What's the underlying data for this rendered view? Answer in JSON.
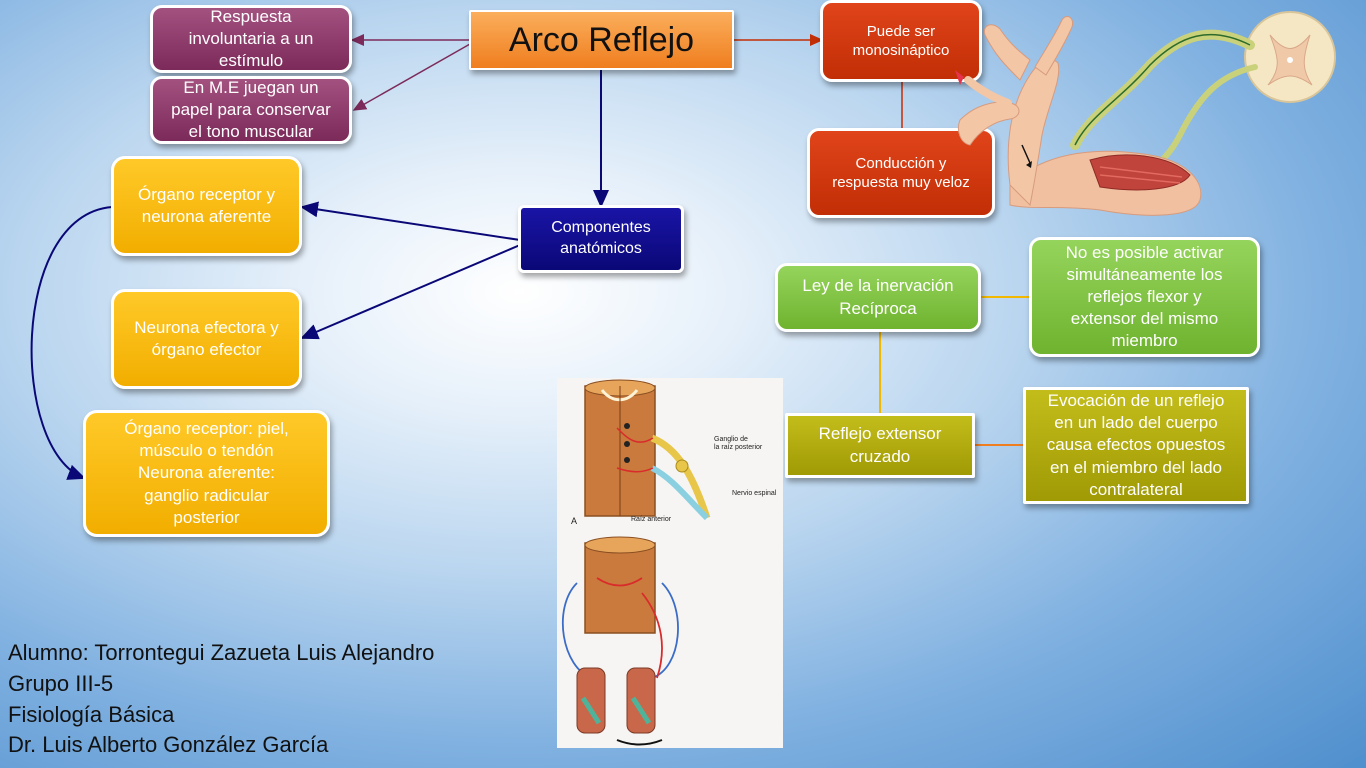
{
  "title": "Arco Reflejo",
  "nodes": {
    "respuesta": "Respuesta\ninvoluntaria a un\nestímulo",
    "tono": "En M.E juegan un\npapel para conservar\nel tono muscular",
    "monosinaptico": "Puede ser\nmonosináptico",
    "conduccion": "Conducción y\nrespuesta muy veloz",
    "componentes": "Componentes\nanatómicos",
    "receptor": "Órgano receptor y\nneurona aferente",
    "efectora": "Neurona efectora y\nórgano efector",
    "receptor_detalle": "Órgano receptor: piel,\nmúsculo o tendón\nNeurona aferente:\nganglio radicular\nposterior",
    "ley": "Ley de la inervación\nRecíproca",
    "no_posible": "No es posible activar\nsimultáneamente los\nreflejos flexor y\nextensor del mismo\nmiembro",
    "extensor": "Reflejo extensor\ncruzado",
    "evocacion": "Evocación de un reflejo\nen un lado del cuerpo\ncausa efectos opuestos\nen el miembro del lado\ncontralateral"
  },
  "figure_labels": {
    "ganglio": "Ganglio de\nla raíz posterior",
    "nervio": "Nervio espinal",
    "raiz": "Raíz anterior",
    "panel_a": "A"
  },
  "credits": [
    "Alumno: Torrontegui Zazueta Luis Alejandro",
    "Grupo III-5",
    "Fisiología Básica",
    "Dr. Luis Alberto González García"
  ],
  "colors": {
    "purple": "#7c2a5a",
    "orange": "#ef7e1f",
    "red": "#c22e06",
    "navy": "#0a0877",
    "gold": "#f2ae00",
    "green": "#6fb32f",
    "olive": "#a09a05"
  },
  "icons": [
    "arm-reflex-illustration",
    "spinal-cord-reflex-diagram"
  ]
}
